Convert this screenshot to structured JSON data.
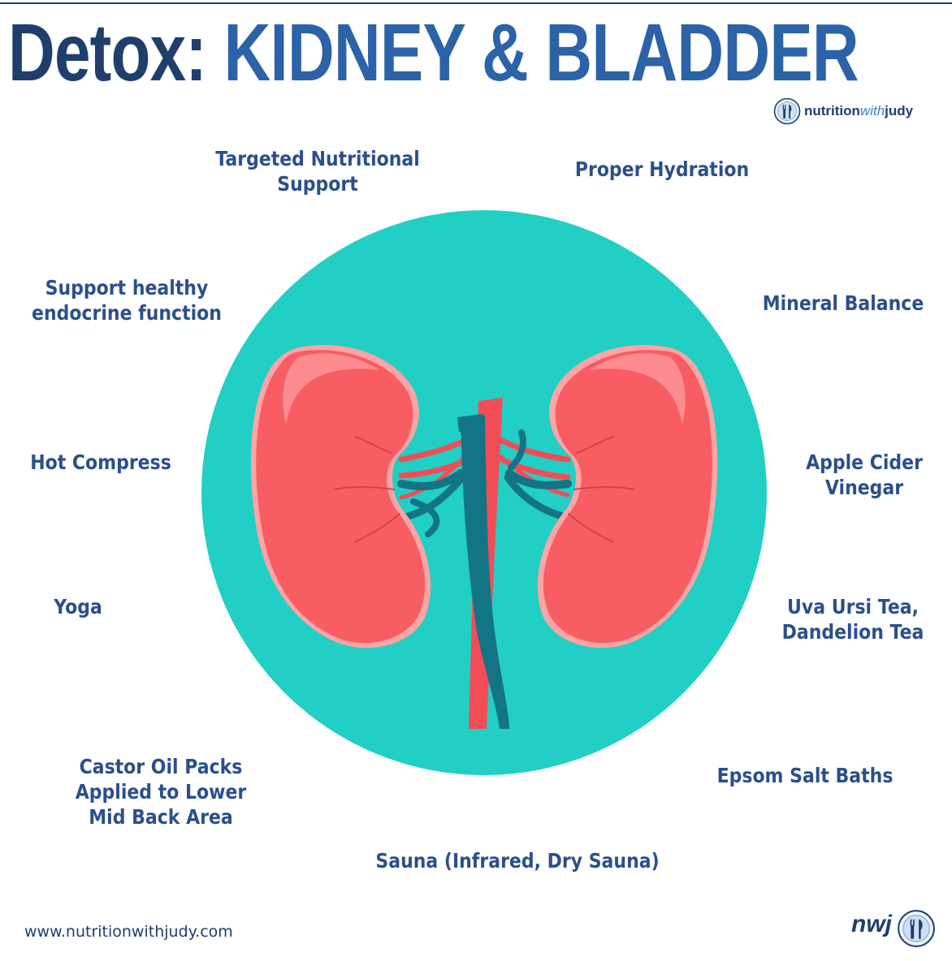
{
  "title": {
    "part1": "Detox: ",
    "part2": "KIDNEY & BLADDER",
    "color_dark": "#1f3e6e",
    "color_accent": "#2b62a8"
  },
  "brand": {
    "logo": "fork-knife-icon",
    "name_part1": "nutrition",
    "name_part2": "with",
    "name_part3": "judy"
  },
  "tips": {
    "targeted": "Targeted Nutritional\nSupport",
    "hydration": "Proper Hydration",
    "endocrine": "Support healthy\nendocrine function",
    "mineral": "Mineral Balance",
    "compress": "Hot Compress",
    "vinegar": "Apple Cider\nVinegar",
    "yoga": "Yoga",
    "tea": "Uva Ursi Tea,\nDandelion Tea",
    "castor": "Castor Oil Packs\nApplied to Lower\nMid Back Area",
    "epsom": "Epsom Salt Baths",
    "sauna": "Sauna (Infrared, Dry Sauna)"
  },
  "illustration": {
    "icon": "kidneys-icon",
    "circle_color": "#22cfc4",
    "kidney_color": "#f75d62",
    "kidney_highlight": "#fca4a6",
    "vein_color": "#137485",
    "artery_color": "#f24d57"
  },
  "footer": {
    "url": "www.nutritionwithjudy.com",
    "mark": "nwj",
    "logo": "fork-knife-icon"
  },
  "colors": {
    "label": "#2b4f8c"
  }
}
